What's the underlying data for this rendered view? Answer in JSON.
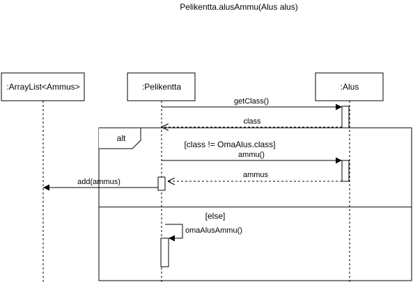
{
  "title": "Pelikentta.alusAmmu(Alus alus)",
  "lifelines": {
    "arraylist": ":ArrayList<Ammus>",
    "pelikentta": ":Pelikentta",
    "alus": ":Alus"
  },
  "fragment": {
    "operator": "alt",
    "guard_if": "[class != OmaAlus.class]",
    "guard_else": "[else]"
  },
  "messages": {
    "get_class": "getClass()",
    "class_return": "class",
    "ammu": "ammu()",
    "ammus_return": "ammus",
    "add": "add(ammus)",
    "oma_alus_ammu": "omaAlusAmmu()"
  },
  "colors": {
    "line": "#000000",
    "background": "#ffffff"
  }
}
